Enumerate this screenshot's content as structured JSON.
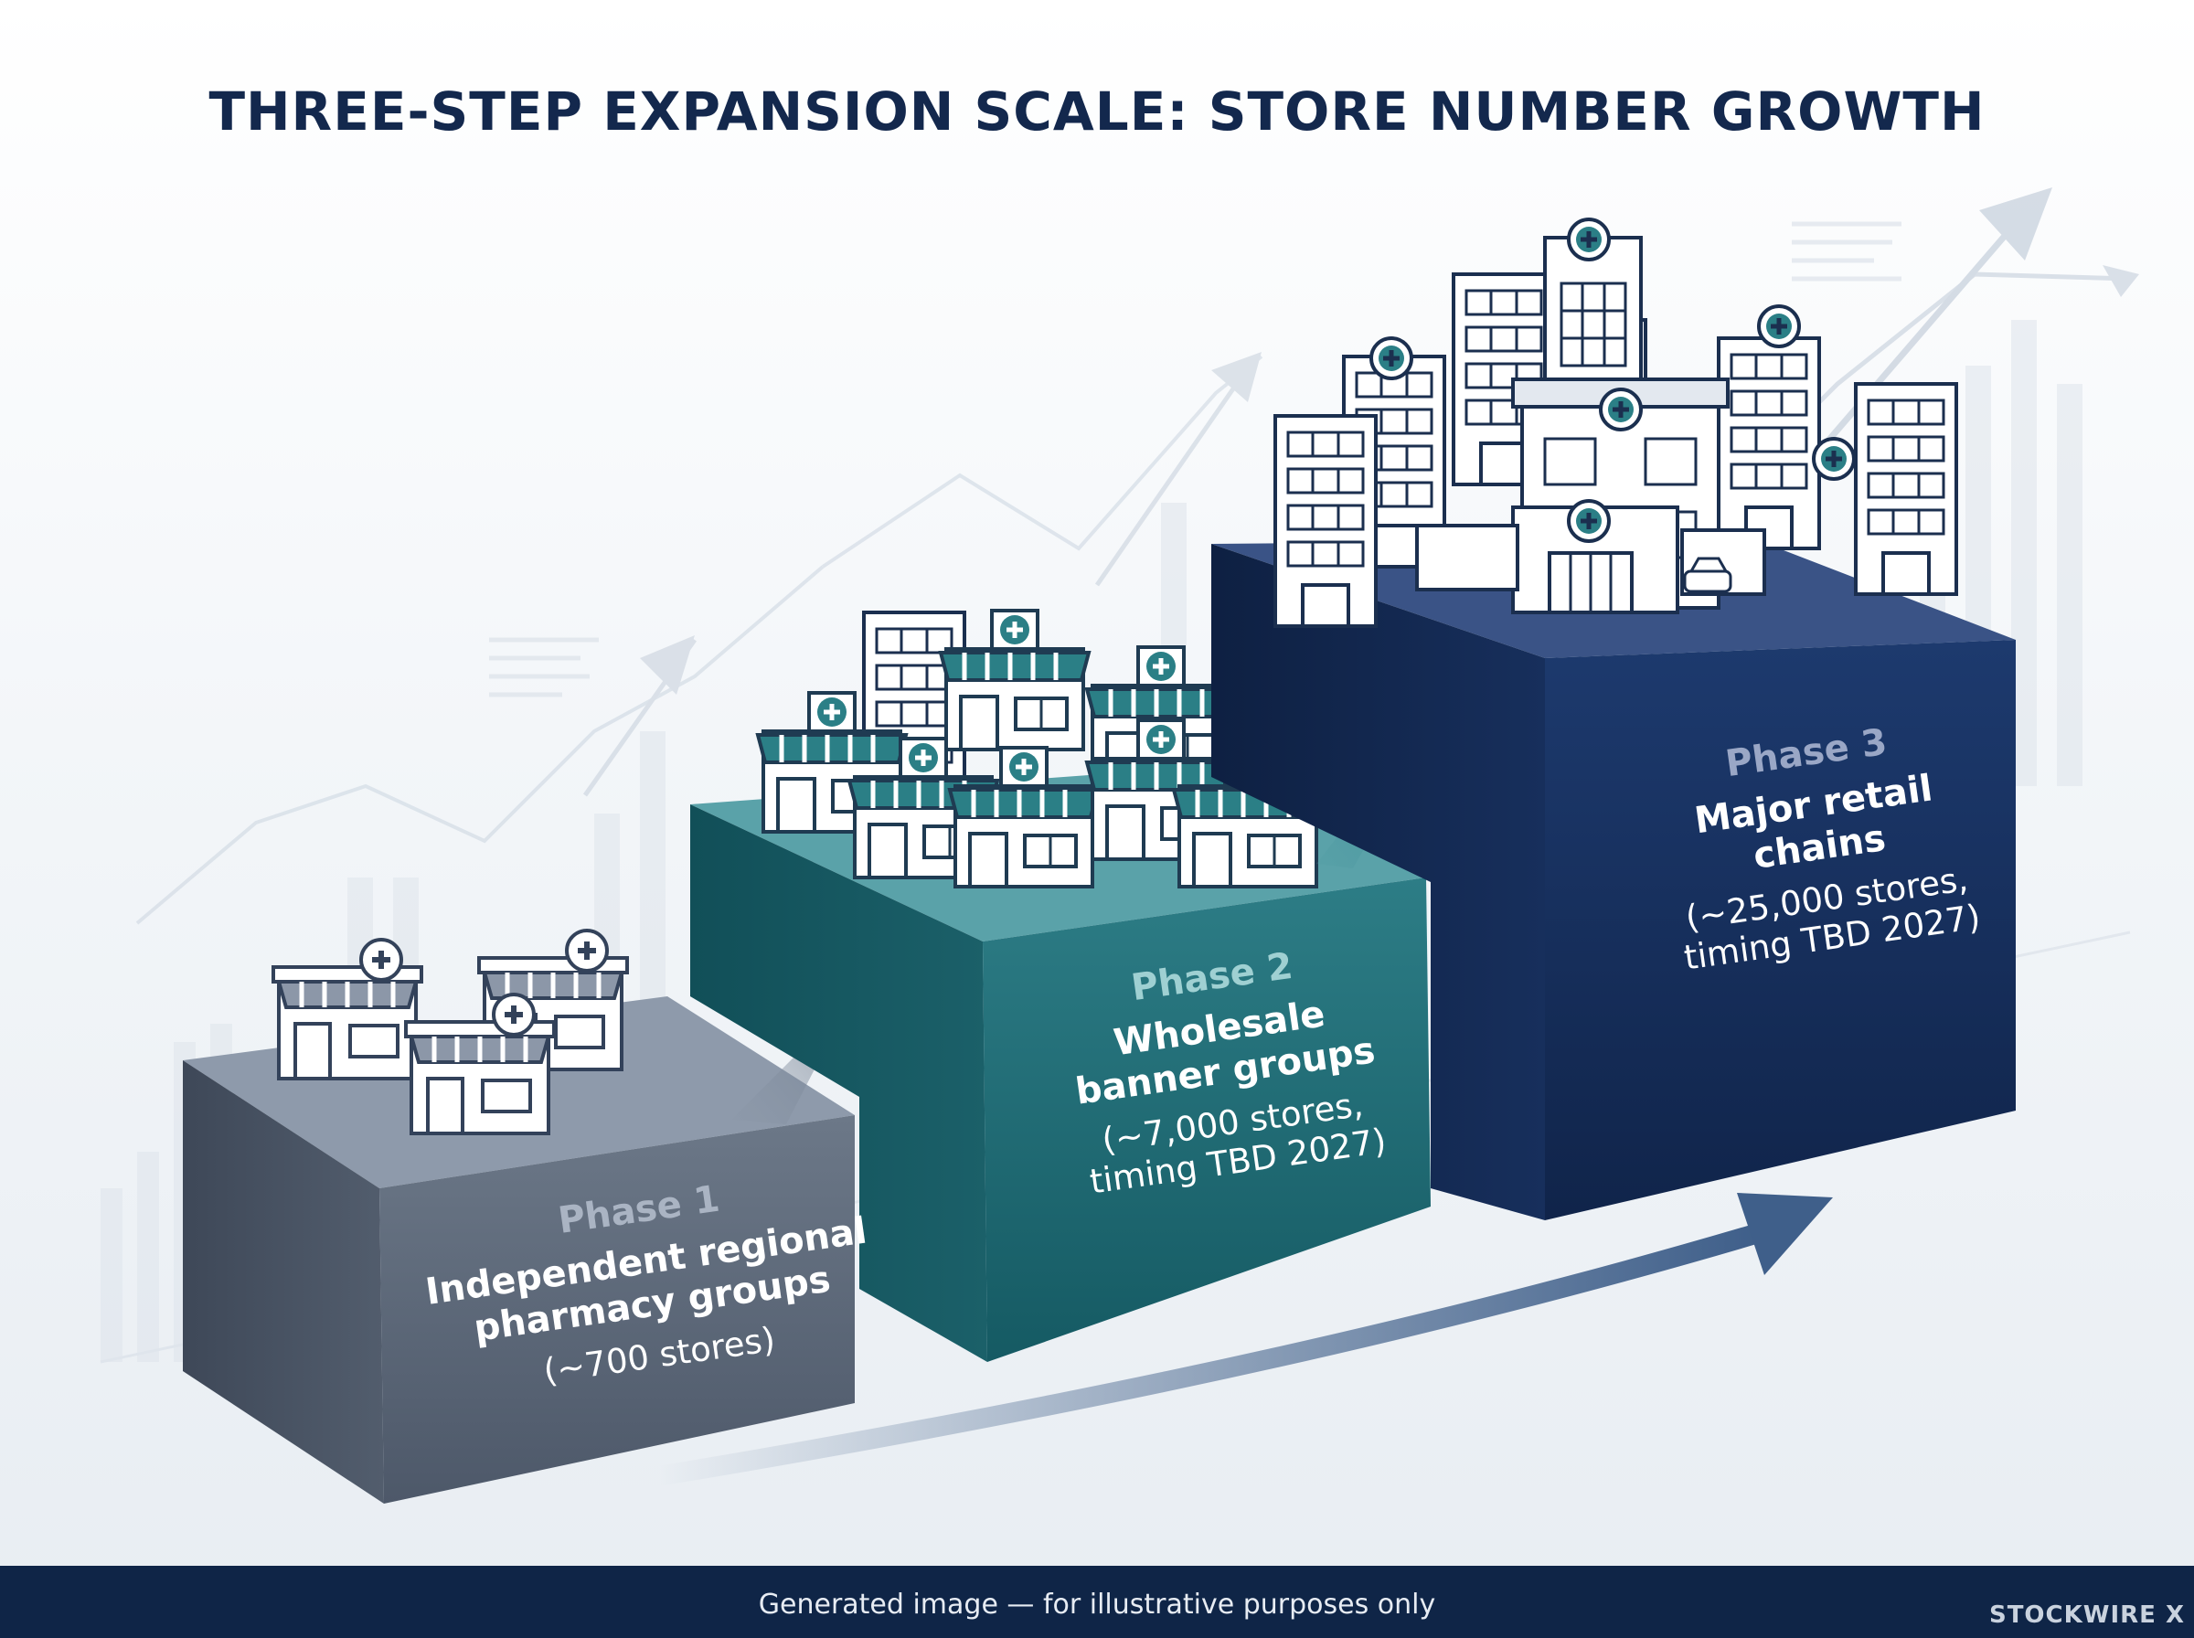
{
  "title": "THREE-STEP EXPANSION SCALE: STORE NUMBER GROWTH",
  "phases": [
    {
      "phase": "Phase 1",
      "name_line1": "Independent regional",
      "name_line2": "pharmacy groups",
      "detail_line1": "(~700 stores)",
      "color": "#5d6a7c"
    },
    {
      "phase": "Phase 2",
      "name_line1": "Wholesale",
      "name_line2": "banner groups",
      "detail_line1": "(~7,000 stores,",
      "detail_line2": "timing TBD 2027)",
      "color": "#1f6d75"
    },
    {
      "phase": "Phase 3",
      "name_line1": "Major retail",
      "name_line2": "chains",
      "detail_line1": "(~25,000 stores,",
      "detail_line2": "timing TBD 2027)",
      "color": "#142c5a"
    }
  ],
  "icons": [
    "pharmacy-cross-icon",
    "storefront-icon",
    "office-building-icon",
    "hospital-icon",
    "car-icon",
    "growth-arrow-icon"
  ],
  "colors": {
    "title": "#13284d",
    "footer": "#0f2547",
    "accent_teal": "#2b7f86"
  },
  "footer_text": "Generated image — for illustrative purposes only",
  "watermark": "STOCKWIRE X"
}
